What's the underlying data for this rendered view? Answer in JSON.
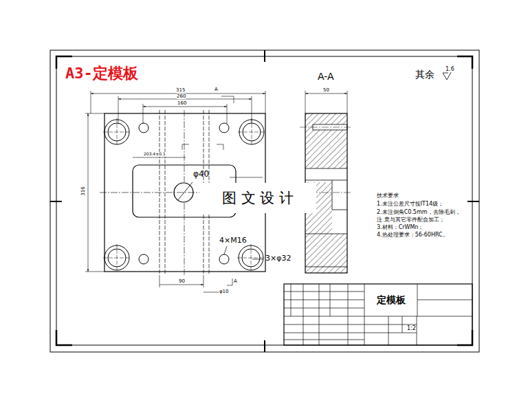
{
  "diagram": {
    "title": "A3-定模板",
    "nodes": [
      {
        "text": [
          "图 文 设 计"
        ]
      },
      {
        "text": [
          "定模板"
        ]
      }
    ],
    "labels": [
      "A-A",
      "其余",
      "1.6",
      "315",
      "260",
      "160",
      "316",
      "φ40",
      "4×M16",
      "3×φ32",
      "90",
      "φ10",
      "A",
      "A",
      "50",
      "203.4±0.1",
      "技术要求",
      "1.未注公差尺寸按IT14级；",
      "2.未注倒角C0.5mm，去除毛刺，注 意与其它零件配合加工；",
      "3.材料：CrWMn；",
      "4.热处理要求：56-60HRC。",
      "1:2"
    ]
  }
}
